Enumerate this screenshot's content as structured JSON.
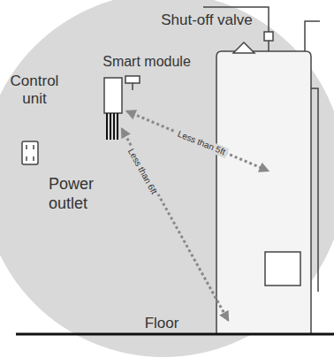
{
  "diagram": {
    "labels": [
      "Shut-off valve",
      "Smart module",
      "Control unit",
      "Less than 5ft",
      "Less than 6ft",
      "Power outlet",
      "Floor"
    ]
  }
}
